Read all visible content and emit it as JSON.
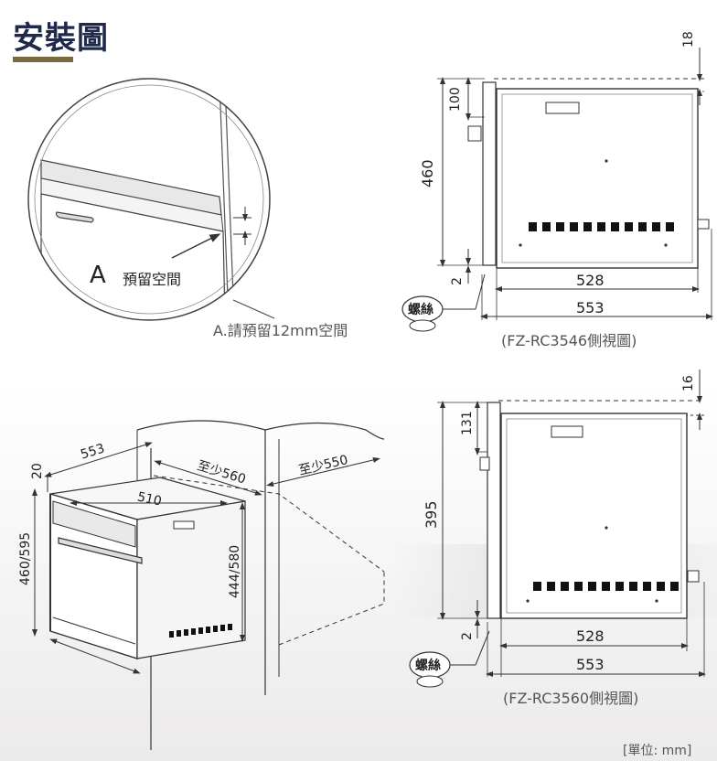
{
  "title": "安裝圖",
  "colors": {
    "title": "#1f2a4a",
    "accent_bar": "#7a6b3f",
    "line": "#333333",
    "dash_red": "#c0392b"
  },
  "detail": {
    "letter": "A",
    "label": "預留空間",
    "note": "A.請預留12mm空間"
  },
  "side_view_1": {
    "dims": {
      "top_gap": "18",
      "upper": "100",
      "height": "460",
      "bottom": "2",
      "depth_inner": "528",
      "depth_total": "553"
    },
    "screw_label": "螺絲",
    "caption": "(FZ-RC3546側視圖)"
  },
  "side_view_2": {
    "dims": {
      "top_gap": "16",
      "upper": "131",
      "height": "395",
      "bottom": "2",
      "depth_inner": "528",
      "depth_total": "553"
    },
    "screw_label": "螺絲",
    "caption": "(FZ-RC3560側視圖)"
  },
  "iso_view": {
    "dims": {
      "width": "553",
      "top": "20",
      "cabinet_depth": "至少560",
      "cabinet_width": "至少550",
      "inner_width": "510",
      "height_outer": "460/595",
      "height_inner": "444/580"
    }
  },
  "unit_note": "[單位: mm]"
}
